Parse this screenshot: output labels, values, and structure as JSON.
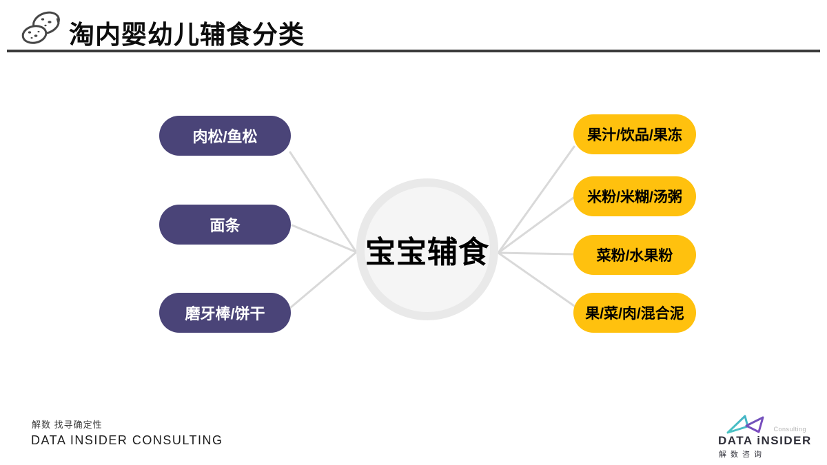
{
  "header": {
    "title": "淘内婴幼儿辅食分类",
    "icon": "cookies-icon"
  },
  "diagram": {
    "type": "radial-classification",
    "center_label": "宝宝辅食",
    "left_items": [
      "肉松/鱼松",
      "面条",
      "磨牙棒/饼干"
    ],
    "right_items": [
      "果汁/饮品/果冻",
      "米粉/米糊/汤粥",
      "菜粉/水果粉",
      "果/菜/肉/混合泥"
    ],
    "colors": {
      "left_pill": "#4a4478",
      "left_pill_text": "#ffffff",
      "right_pill": "#ffc10e",
      "right_pill_text": "#000000",
      "connector": "#d9d9d9",
      "center_ring": "#e9e9e9",
      "center_fill": "#f5f5f5"
    }
  },
  "footer": {
    "tagline": "解数 找寻确定性",
    "company": "DATA INSIDER CONSULTING",
    "logo": {
      "consulting_label": "Consulting",
      "brand": "DATA iNSIDER",
      "brand_cn": "解数咨询"
    }
  }
}
